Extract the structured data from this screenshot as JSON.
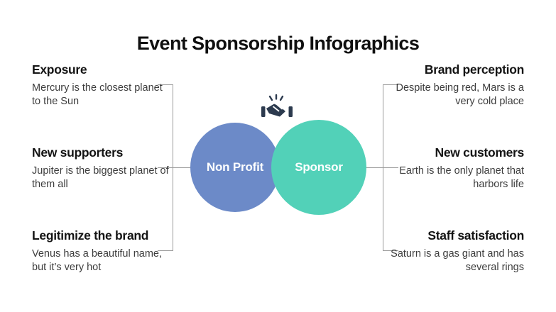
{
  "slide": {
    "title": "Event Sponsorship Infographics"
  },
  "venn": {
    "left_circle": {
      "label": "Non Profit",
      "color": "#6c8ac8"
    },
    "right_circle": {
      "label": "Sponsor",
      "color": "#52d1b8"
    },
    "icon": "handshake-icon",
    "icon_color": "#2c3a4e"
  },
  "left_items": [
    {
      "title": "Exposure",
      "body": "Mercury is the closest planet to the Sun"
    },
    {
      "title": "New supporters",
      "body": "Jupiter is the biggest planet of them all"
    },
    {
      "title": "Legitimize the brand",
      "body": "Venus has a beautiful name, but it’s very hot"
    }
  ],
  "right_items": [
    {
      "title": "Brand perception",
      "body": "Despite being red, Mars is a very cold place"
    },
    {
      "title": "New customers",
      "body": "Earth is the only planet that harbors life"
    },
    {
      "title": "Staff satisfaction",
      "body": "Saturn is a gas giant and has several rings"
    }
  ],
  "colors": {
    "connector_line": "#9b9b9b",
    "title_text": "#0f0f0f",
    "body_text": "#3d3d3d",
    "background": "#ffffff"
  }
}
